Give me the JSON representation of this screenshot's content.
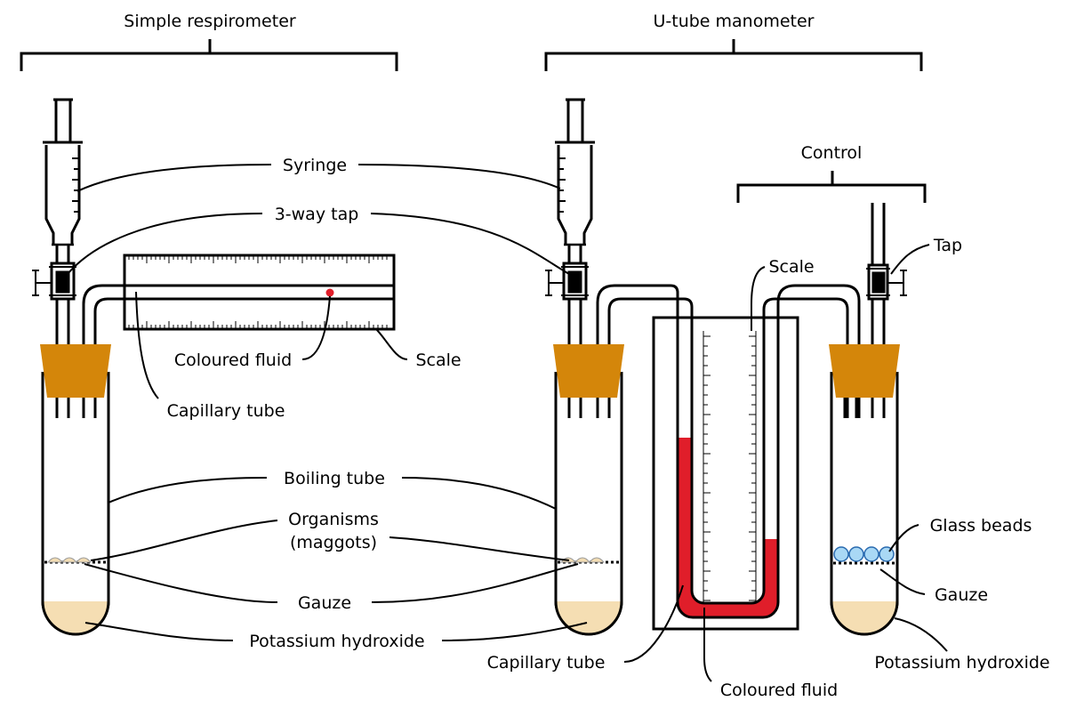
{
  "headings": {
    "simple_respirometer": "Simple respirometer",
    "u_tube_manometer": "U-tube manometer",
    "control": "Control"
  },
  "labels": {
    "syringe": "Syringe",
    "three_way_tap": "3-way tap",
    "scale_left": "Scale",
    "coloured_fluid_left": "Coloured fluid",
    "capillary_tube_left": "Capillary tube",
    "boiling_tube": "Boiling tube",
    "organisms_line1": "Organisms",
    "organisms_line2": "(maggots)",
    "gauze_center": "Gauze",
    "potassium_hydroxide_center": "Potassium hydroxide",
    "scale_middle": "Scale",
    "tap": "Tap",
    "glass_beads": "Glass beads",
    "gauze_right": "Gauze",
    "potassium_hydroxide_right": "Potassium hydroxide",
    "capillary_tube_bottom": "Capillary tube",
    "coloured_fluid_bottom": "Coloured fluid"
  },
  "colors": {
    "bung": "#d4860a",
    "koh": "#f5deb3",
    "fluid": "#e01e2a",
    "bead": "#a9d8f5",
    "maggot": "#f2dcb3",
    "line": "#000000"
  }
}
